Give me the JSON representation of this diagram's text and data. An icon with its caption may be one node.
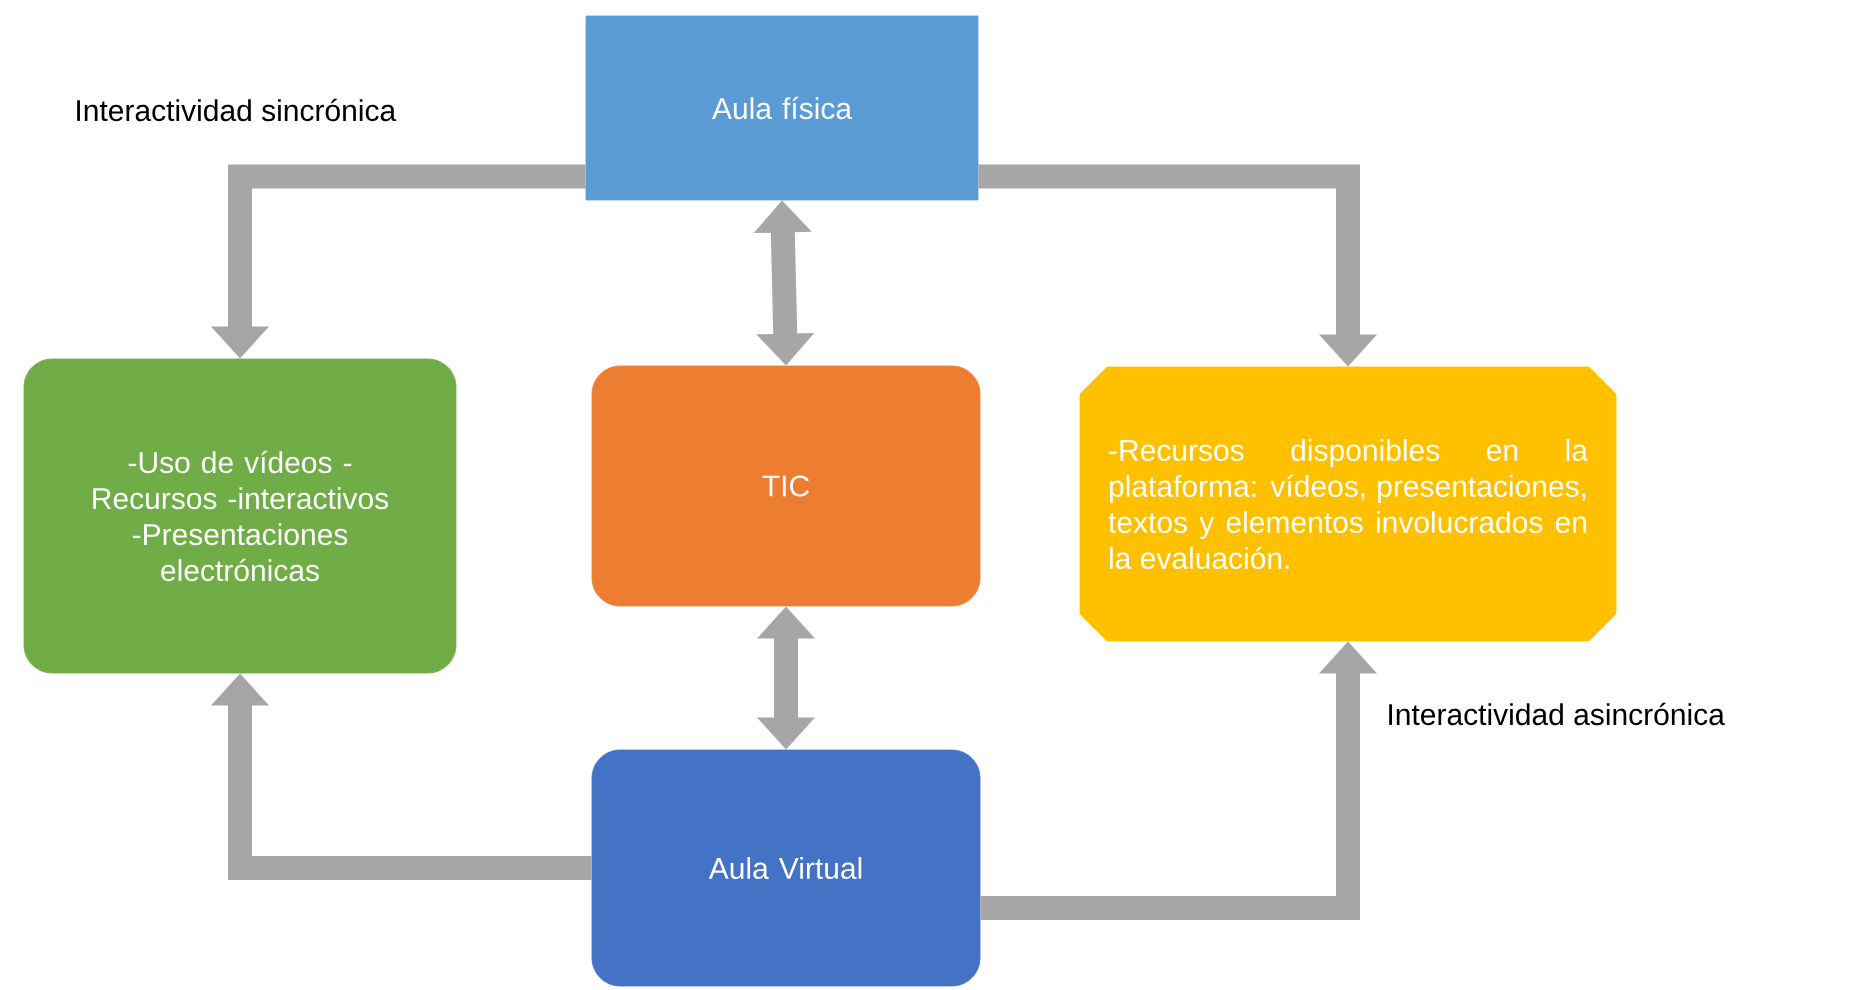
{
  "diagram": {
    "nodes": [
      {
        "text": [
          "Aula física"
        ]
      },
      {
        "text": [
          "-Uso de vídeos -Recursos -interactivos -Presentaciones electrónicas"
        ]
      },
      {
        "text": [
          "TIC"
        ]
      },
      {
        "text": [
          "-Recursos disponibles en la plataforma: vídeos, presentaciones, textos y elementos involucrados en la evaluación."
        ]
      },
      {
        "text": [
          "Aula Virtual"
        ]
      }
    ],
    "edges": [
      {
        "from": 0,
        "to": 1,
        "arrow": "to"
      },
      {
        "from": 0,
        "to": 3,
        "arrow": "to"
      },
      {
        "from": 0,
        "to": 2,
        "arrow": "both"
      },
      {
        "from": 2,
        "to": 4,
        "arrow": "both"
      },
      {
        "from": 4,
        "to": 1,
        "arrow": "to"
      },
      {
        "from": 4,
        "to": 3,
        "arrow": "to"
      }
    ],
    "labels": [
      "Interactividad sincrónica",
      "Interactividad asincrónica"
    ]
  }
}
